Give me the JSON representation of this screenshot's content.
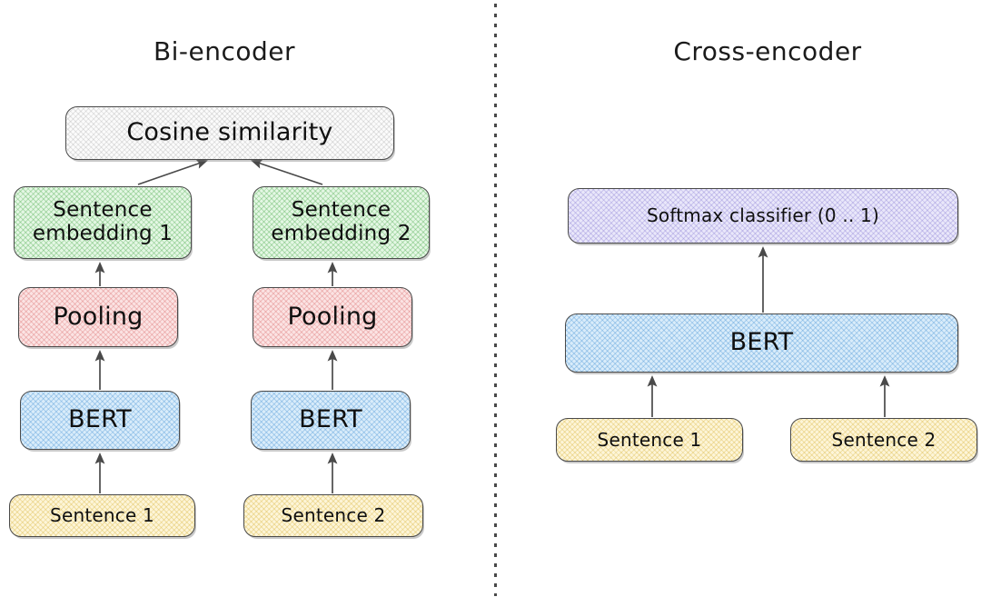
{
  "figure": {
    "title_left": "Bi-encoder",
    "title_right": "Cross-encoder"
  },
  "colors": {
    "stroke": "#4a4a4a",
    "text": "#101010",
    "gray": "#fbfbfb",
    "green": "#e4f7e4",
    "pink": "#fbe3e3",
    "blue": "#d9ecfa",
    "yellow": "#fdf5d8",
    "purple": "#e9e7fa",
    "divider": "#4a4a4a"
  },
  "bi_encoder": {
    "cosine_similarity": "Cosine similarity",
    "embedding_1": "Sentence\nembedding 1",
    "embedding_1_line1": "Sentence",
    "embedding_1_line2": "embedding 1",
    "embedding_2_line1": "Sentence",
    "embedding_2_line2": "embedding 2",
    "pooling_1": "Pooling",
    "pooling_2": "Pooling",
    "bert_1": "BERT",
    "bert_2": "BERT",
    "sentence_1": "Sentence 1",
    "sentence_2": "Sentence 2"
  },
  "cross_encoder": {
    "softmax_classifier": "Softmax classifier (0 .. 1)",
    "bert": "BERT",
    "sentence_1": "Sentence 1",
    "sentence_2": "Sentence 2"
  }
}
